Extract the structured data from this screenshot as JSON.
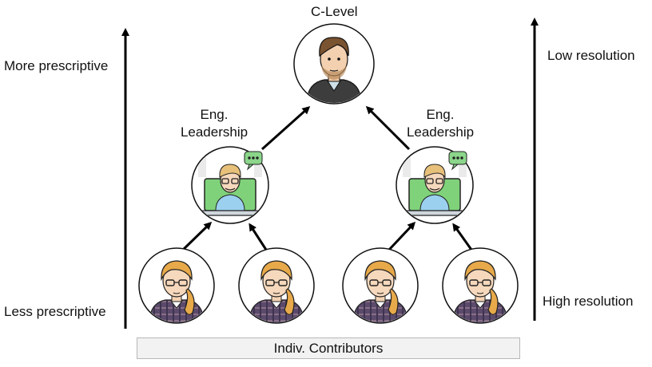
{
  "diagram": {
    "top_node": {
      "label": "C-Level",
      "icon": "man-avatar-icon"
    },
    "middle_nodes": [
      {
        "label_line1": "Eng.",
        "label_line2": "Leadership",
        "icon": "manager-laptop-icon"
      },
      {
        "label_line1": "Eng.",
        "label_line2": "Leadership",
        "icon": "manager-laptop-icon"
      }
    ],
    "bottom_nodes": [
      {
        "icon": "woman-avatar-icon"
      },
      {
        "icon": "woman-avatar-icon"
      },
      {
        "icon": "woman-avatar-icon"
      },
      {
        "icon": "woman-avatar-icon"
      }
    ],
    "bottom_bar_label": "Indiv. Contributors",
    "left_axis": {
      "top_label": "More prescriptive",
      "bottom_label": "Less prescriptive"
    },
    "right_axis": {
      "top_label": "Low resolution",
      "bottom_label": "High resolution"
    }
  },
  "colors": {
    "arrow": "#000000",
    "node_border": "#111111",
    "shirt_plaid": "#5b4a6b",
    "hair_blonde": "#e7a94a",
    "screen_green": "#7fd27a",
    "bar_fill": "#f2f2f2"
  }
}
